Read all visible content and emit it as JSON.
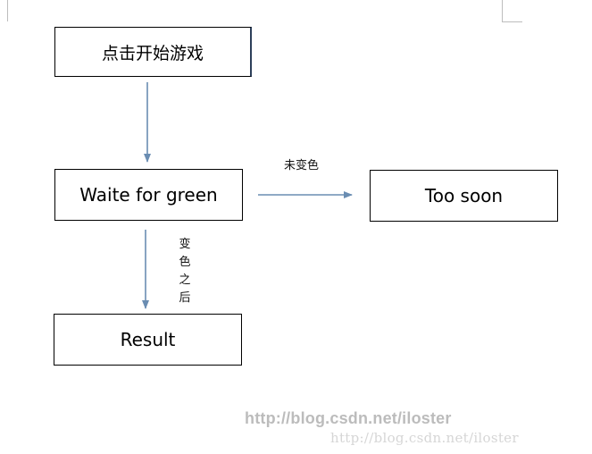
{
  "nodes": {
    "start": "点击开始游戏",
    "wait": "Waite for green",
    "too_soon": "Too soon",
    "result": "Result"
  },
  "edges": {
    "not_changed": "未变色",
    "after_change": [
      "变",
      "色",
      "之",
      "后"
    ]
  },
  "watermark": {
    "main": "http://blog.csdn.net/iloster",
    "sub": "http://blog.csdn.net/iloster"
  },
  "colors": {
    "arrow": "#6a8db2",
    "box_border": "#000000"
  }
}
